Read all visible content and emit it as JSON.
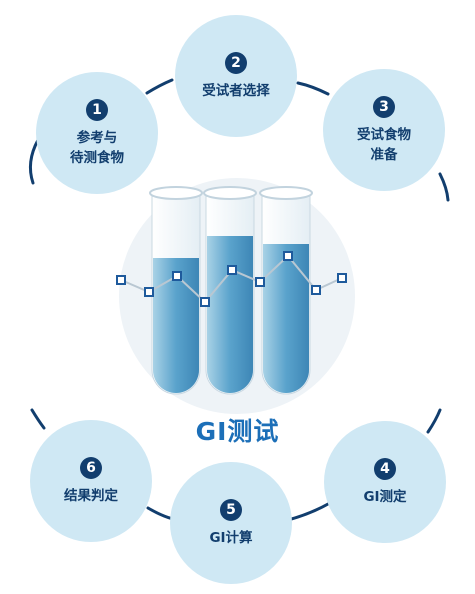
{
  "title": "GI测试",
  "steps": [
    {
      "num": "1",
      "label": "参考与\n待测食物"
    },
    {
      "num": "2",
      "label": "受试者选择"
    },
    {
      "num": "3",
      "label": "受试食物\n准备"
    },
    {
      "num": "4",
      "label": "GI测定"
    },
    {
      "num": "5",
      "label": "GI计算"
    },
    {
      "num": "6",
      "label": "结果判定"
    }
  ],
  "colors": {
    "circle_fill": "#cfe8f4",
    "dark_navy": "#123e6e",
    "title_blue": "#1c6fb8",
    "liquid": "#4f9cc8"
  },
  "icons": [
    "test-tube-icon",
    "curve-line-icon"
  ]
}
